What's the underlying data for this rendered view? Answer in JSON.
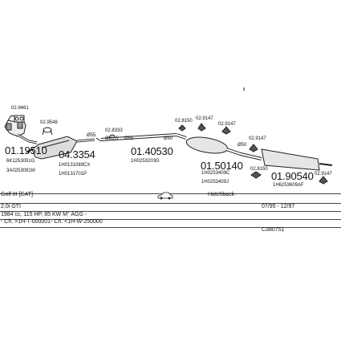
{
  "parts": {
    "p1": {
      "code": "01.19510",
      "refs": [
        "6K1253091G",
        "3A0253091M"
      ]
    },
    "p2": {
      "code": "04.3354",
      "refs": [
        "1H0131089CX",
        "1H0131701P"
      ]
    },
    "p3": {
      "code": "01.40530",
      "refs": [
        "1H0253203G"
      ]
    },
    "p4": {
      "code": "01.50140",
      "refs": [
        "1H0253409C",
        "1H0253409J"
      ]
    },
    "p5": {
      "code": "01.90540",
      "refs": [
        "1H6253609AF"
      ]
    }
  },
  "accessories": {
    "a_9461": "02.9461",
    "a_9548": "02.9548",
    "a_8333": "02.8333",
    "a_8150_top": "02.8150",
    "a_9147_top": "02.9147",
    "a_9147_mid": "02.9147",
    "a_9147_right": "02.9147",
    "a_8150_bottom": "02.8150",
    "a_9147_far": "02.9147"
  },
  "diameters": {
    "d55_a": "Ø55",
    "d55_b": "Ø55,5",
    "d55_c": "Ø55",
    "d50_a": "Ø50",
    "d50_b": "Ø50"
  },
  "vehicle": {
    "model": "Golf III  [CAT]",
    "engine_variant": "2.0i GTI",
    "body": "Hatchback",
    "years": "07/95 - 12/97",
    "spec": "1984 cc, 115 HP, 85 KW M° AGG -",
    "chassis": "- Ch. >1H-T-000001- Ch. <1H-W-250000",
    "reference": "C380751"
  }
}
